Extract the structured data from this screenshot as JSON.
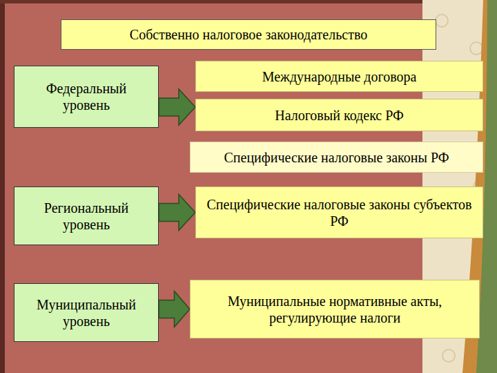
{
  "diagram": {
    "title": "Собственно налоговое законодательство",
    "nodes": [
      {
        "text": [
          "Федеральный уровень"
        ]
      },
      {
        "text": [
          "Международные договора"
        ]
      },
      {
        "text": [
          "Налоговый кодекс РФ"
        ]
      },
      {
        "text": [
          "Специфические налоговые законы РФ"
        ]
      },
      {
        "text": [
          "Региональный уровень"
        ]
      },
      {
        "text": [
          "Специфические налоговые законы субъектов РФ"
        ]
      },
      {
        "text": [
          "Муниципальный уровень"
        ]
      },
      {
        "text": [
          "Муниципальные нормативные акты, регулирующие налоги"
        ]
      }
    ],
    "edges": [
      {
        "from": 0,
        "to": 2,
        "arrow": "to"
      },
      {
        "from": 4,
        "to": 5,
        "arrow": "to"
      },
      {
        "from": 6,
        "to": 7,
        "arrow": "to"
      }
    ]
  }
}
